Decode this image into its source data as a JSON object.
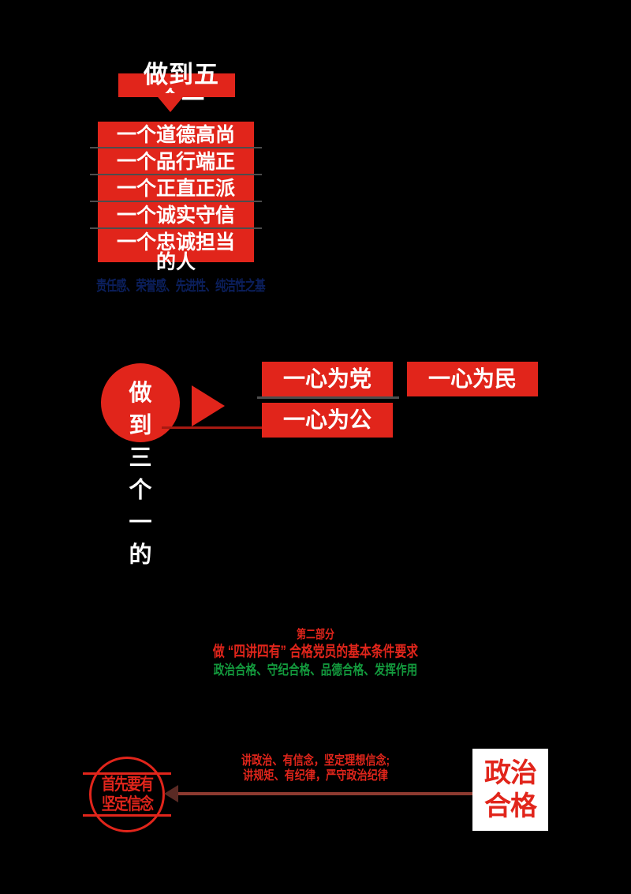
{
  "colors": {
    "background": "#000000",
    "red": "#e1251b",
    "dark_red": "#a81a12",
    "green": "#139a3d",
    "navy": "#0b1f5c",
    "white": "#ffffff",
    "rule_gray": "#4d4d4d",
    "arrow_brown": "#8d3a30"
  },
  "section1": {
    "title_line1": "做到五",
    "title_line2": "个一",
    "items": [
      "一个道德高尚",
      "一个品行端正",
      "一个正直正派",
      "一个诚实守信",
      "一个忠诚担当"
    ],
    "tail": "的人",
    "caption": "责任感、荣誉感、先进性、纯洁性之基"
  },
  "section2": {
    "circle_label_chars": [
      "做",
      "到"
    ],
    "vertical_chars": [
      "三",
      "个",
      "一",
      "的"
    ],
    "boxes": [
      "一心为党",
      "一心为民",
      "一心为公"
    ]
  },
  "section3": {
    "part_label": "第二部分",
    "headline": "做 “四讲四有” 合格党员的基本条件要求",
    "subline": "政治合格、守纪合格、品德合格、发挥作用"
  },
  "section4": {
    "seal_line1": "首先要有",
    "seal_line2": "坚定信念",
    "middle_line1": "讲政治、有信念，坚定理想信念;",
    "middle_line2": "讲规矩、有纪律，严守政治纪律",
    "right_chars": [
      "政治",
      "合格"
    ]
  }
}
